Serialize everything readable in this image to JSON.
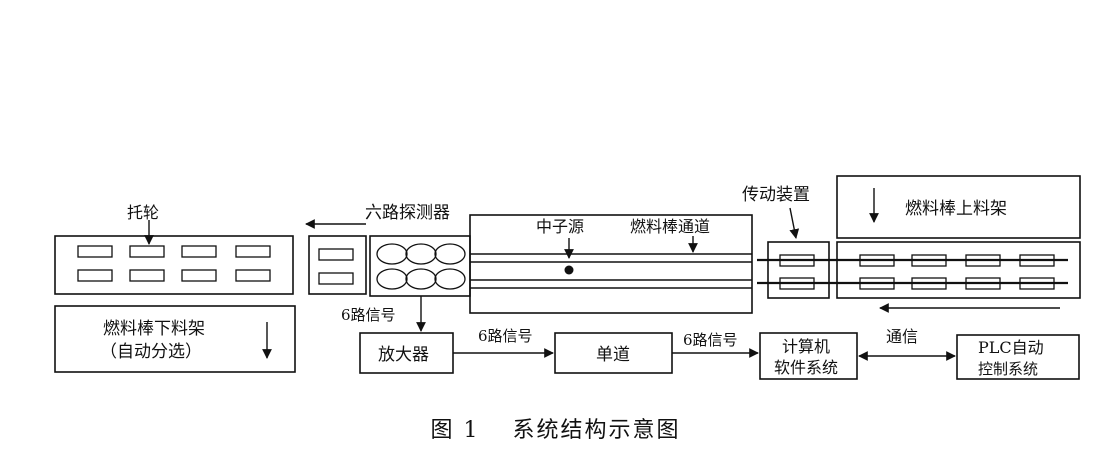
{
  "labels": {
    "tuolun": "托轮",
    "detector": "六路探测器",
    "neutron_source": "中子源",
    "channel": "燃料棒通道",
    "drive": "传动装置",
    "loading_rack": "燃料棒上料架",
    "unloading_rack_line1": "燃料棒下料架",
    "unloading_rack_line2": "（自动分选）",
    "signal_a": "6路信号",
    "signal_b": "6路信号",
    "signal_c": "6路信号",
    "amplifier": "放大器",
    "single_channel": "单道",
    "computer_line1": "计算机",
    "computer_line2": "软件系统",
    "communication": "通信",
    "plc_line1": "PLC自动",
    "plc_line2": "控制系统"
  },
  "caption": "图 1　 系统结构示意图",
  "colors": {
    "ink": "#111111",
    "background": "#ffffff"
  }
}
